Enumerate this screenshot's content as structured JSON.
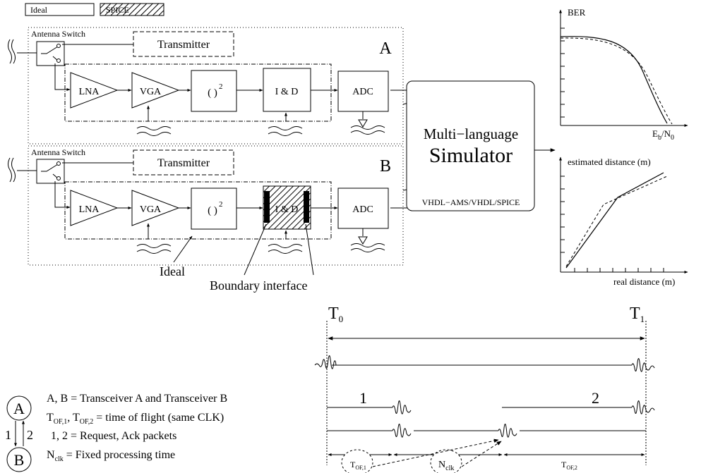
{
  "legend": {
    "ideal": "Ideal",
    "spice": "SPICE"
  },
  "transceiver_a": {
    "switch_label": "Antenna Switch",
    "transmitter": "Transmitter",
    "id": "A",
    "blocks": {
      "lna": "LNA",
      "vga": "VGA",
      "square": "( )",
      "square_exp": "2",
      "integrate": "I & D",
      "adc": "ADC"
    }
  },
  "transceiver_b": {
    "switch_label": "Antenna Switch",
    "transmitter": "Transmitter",
    "id": "B",
    "blocks": {
      "lna": "LNA",
      "vga": "VGA",
      "square": "( )",
      "square_exp": "2",
      "integrate": "I & D",
      "adc": "ADC"
    }
  },
  "annotations": {
    "ideal": "Ideal",
    "boundary": "Boundary interface"
  },
  "simulator": {
    "line1": "Multi−language",
    "line2": "Simulator",
    "languages": "VHDL−AMS/VHDL/SPICE"
  },
  "ber_plot": {
    "ylabel": "BER",
    "xlabel_main": "E",
    "xlabel_sub1": "b",
    "xlabel_slash": "/N",
    "xlabel_sub2": "0"
  },
  "distance_plot": {
    "ylabel": "estimated distance (m)",
    "xlabel": "real distance (m)"
  },
  "timing": {
    "t0": "T",
    "t0_sub": "0",
    "t1": "T",
    "t1_sub": "1",
    "packet1": "1",
    "packet2": "2",
    "tof1": "T",
    "tof1_sub": "OF,1",
    "nclk": "N",
    "nclk_sub": "clk",
    "tof2": "T",
    "tof2_sub": "OF,2"
  },
  "key": {
    "node_a": "A",
    "node_b": "B",
    "arrow1": "1",
    "arrow2": "2",
    "line1": "A, B = Transceiver A and Transceiver B",
    "line2_a": "T",
    "line2_a_sub": "OF,1",
    "line2_b": ", T",
    "line2_b_sub": "OF,2",
    "line2_c": " = time of flight (same CLK)",
    "line3": "1, 2 = Request, Ack packets",
    "line4_a": "N",
    "line4_a_sub": "clk",
    "line4_b": " = Fixed processing time"
  }
}
